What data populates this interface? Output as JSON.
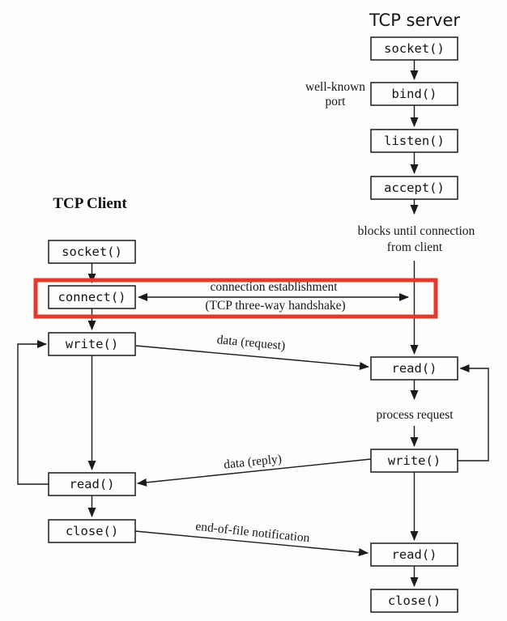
{
  "figure": {
    "client": {
      "title": "TCP Client",
      "nodes": {
        "socket": "socket()",
        "connect": "connect()",
        "write": "write()",
        "read": "read()",
        "close": "close()"
      }
    },
    "server": {
      "title": "TCP server",
      "nodes": {
        "socket": "socket()",
        "bind": "bind()",
        "listen": "listen()",
        "accept": "accept()",
        "read1": "read()",
        "write": "write()",
        "read2": "read()",
        "close": "close()"
      }
    },
    "labels": {
      "well_known_line1": "well-known",
      "well_known_line2": "port",
      "blocks_line1": "blocks until connection",
      "blocks_line2": "from client",
      "handshake_line1": "connection establishment",
      "handshake_line2": "(TCP three-way handshake)",
      "data_request": "data (request)",
      "process_request": "process request",
      "data_reply": "data (reply)",
      "eof_notification": "end-of-file notification"
    },
    "colors": {
      "highlight": "#e13b30",
      "ink": "#1b1b1b"
    }
  }
}
